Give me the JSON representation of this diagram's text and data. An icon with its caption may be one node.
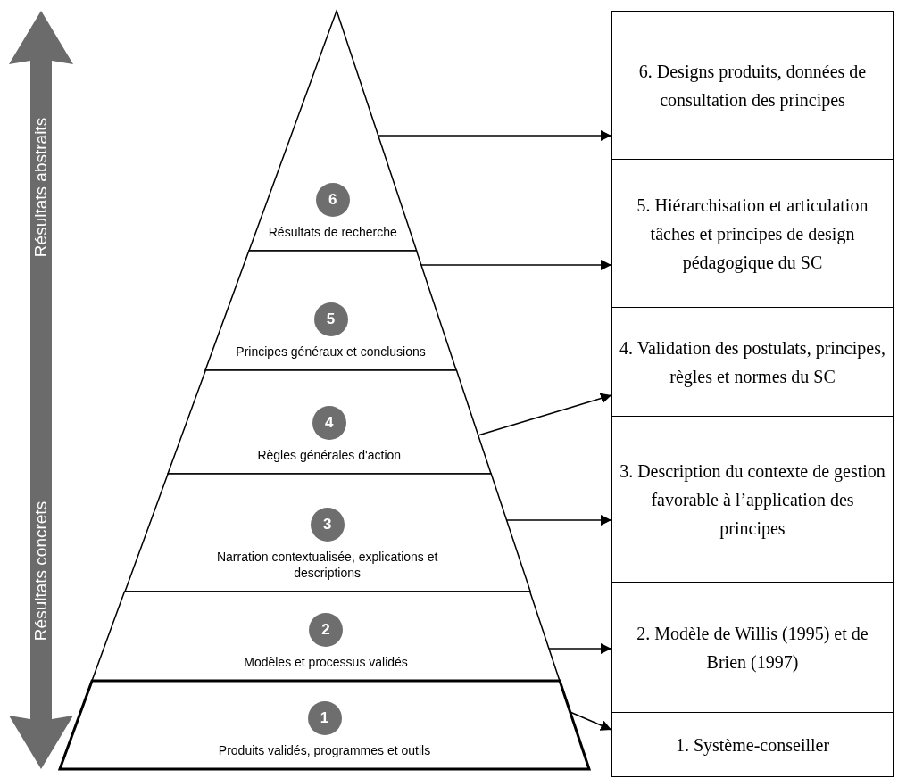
{
  "diagram": {
    "nodes": [
      {
        "text": [
          "6",
          "Résultats de recherche"
        ]
      },
      {
        "text": [
          "5",
          "Principes généraux et conclusions"
        ]
      },
      {
        "text": [
          "4",
          "Règles générales d'action"
        ]
      },
      {
        "text": [
          "3",
          "Narration contextualisée, explications et descriptions"
        ]
      },
      {
        "text": [
          "2",
          "Modèles et processus validés"
        ]
      },
      {
        "text": [
          "1",
          "Produits validés, programmes et outils"
        ]
      },
      {
        "text": [
          "6. Designs produits, données de consultation des principes"
        ]
      },
      {
        "text": [
          "5. Hiérarchisation et articulation tâches et principes de design pédagogique du SC"
        ]
      },
      {
        "text": [
          "4. Validation des postulats, principes, règles et normes du SC"
        ]
      },
      {
        "text": [
          "3. Description du contexte de gestion favorable à l’application des principes"
        ]
      },
      {
        "text": [
          "2. Modèle de Willis (1995) et de Brien (1997)"
        ]
      },
      {
        "text": [
          "1. Système-conseiller"
        ]
      }
    ],
    "edges": [
      {
        "from": 0,
        "to": 6,
        "arrow": "to"
      },
      {
        "from": 1,
        "to": 7,
        "arrow": "to"
      },
      {
        "from": 2,
        "to": 8,
        "arrow": "to"
      },
      {
        "from": 3,
        "to": 9,
        "arrow": "to"
      },
      {
        "from": 4,
        "to": 10,
        "arrow": "to"
      },
      {
        "from": 5,
        "to": 11,
        "arrow": "to"
      }
    ],
    "labels": [
      "Résultats abstraits",
      "Résultats concrets"
    ]
  }
}
